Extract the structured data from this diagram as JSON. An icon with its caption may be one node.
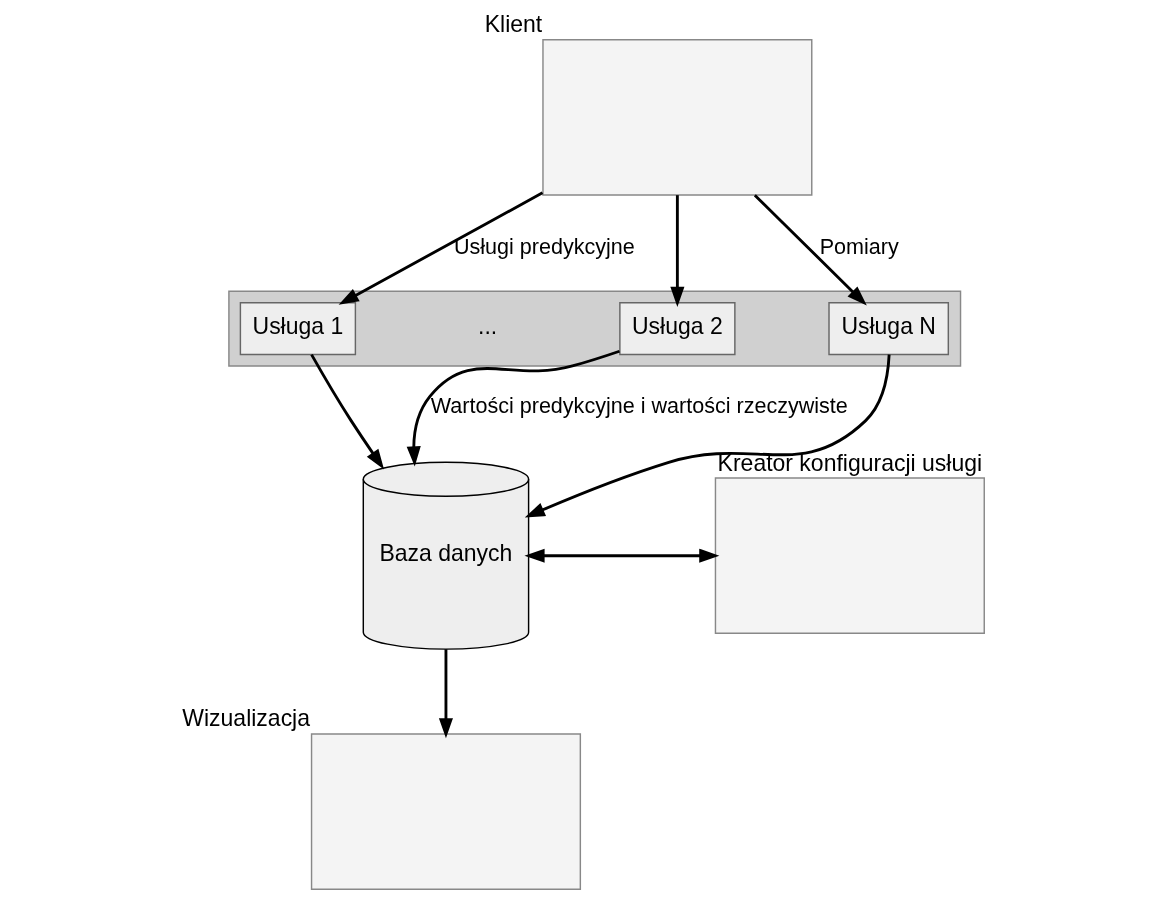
{
  "diagram": {
    "nodes": [
      {
        "text": [],
        "shape": "box",
        "beside": [
          "Klient"
        ]
      },
      {
        "text": [],
        "shape": "box"
      },
      {
        "text": [
          "Usługa 1"
        ],
        "in": 1
      },
      {
        "text": [
          "Usługa 2"
        ],
        "in": 1
      },
      {
        "text": [
          "Usługa N"
        ],
        "in": 1
      },
      {
        "text": [
          "Baza danych"
        ]
      },
      {
        "text": [],
        "shape": "box",
        "beside": [
          "Kreator konfiguracji usługi"
        ]
      },
      {
        "text": [],
        "shape": "box",
        "beside": [
          "Wizualizacja"
        ]
      }
    ],
    "edges": [
      {
        "from": 0,
        "to": 2,
        "arrow": "to",
        "label": "Usługi predykcyjne"
      },
      {
        "from": 0,
        "to": 3,
        "arrow": "to"
      },
      {
        "from": 0,
        "to": 4,
        "arrow": "to",
        "label": "Pomiary"
      },
      {
        "from": 4,
        "to": 5,
        "arrow": "to"
      },
      {
        "from": 3,
        "to": 5,
        "arrow": "to",
        "label": "Wartości predykcyjne i wartości rzeczywiste"
      },
      {
        "from": 2,
        "to": 5,
        "arrow": "to"
      },
      {
        "from": 6,
        "to": 5,
        "arrow": "both"
      },
      {
        "from": 5,
        "to": 7,
        "arrow": "to"
      }
    ],
    "labels": [
      "..."
    ]
  }
}
